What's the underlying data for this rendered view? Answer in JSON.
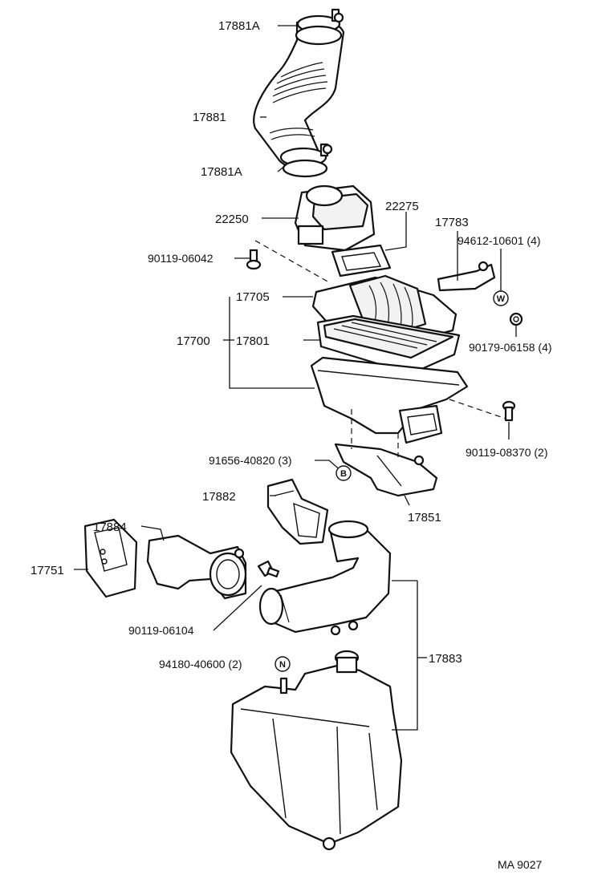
{
  "callouts": {
    "p17881A_top": "17881A",
    "p17881": "17881",
    "p17881A_bottom": "17881A",
    "p22275": "22275",
    "p22250": "22250",
    "p17783": "17783",
    "p94612": "94612-10601 (4)",
    "p90119_06042": "90119-06042",
    "p17705": "17705",
    "p17700": "17700",
    "p17801": "17801",
    "p90179": "90179-06158 (4)",
    "p90119_08370": "90119-08370 (2)",
    "p91656": "91656-40820 (3)",
    "p17882": "17882",
    "p17851": "17851",
    "p17884": "17884",
    "p17751": "17751",
    "p90119_06104": "90119-06104",
    "p17883": "17883",
    "p94180": "94180-40600 (2)"
  },
  "markers": {
    "w": "W",
    "b": "B",
    "n": "N"
  },
  "footer": {
    "drawing_code": "MA 9027"
  }
}
